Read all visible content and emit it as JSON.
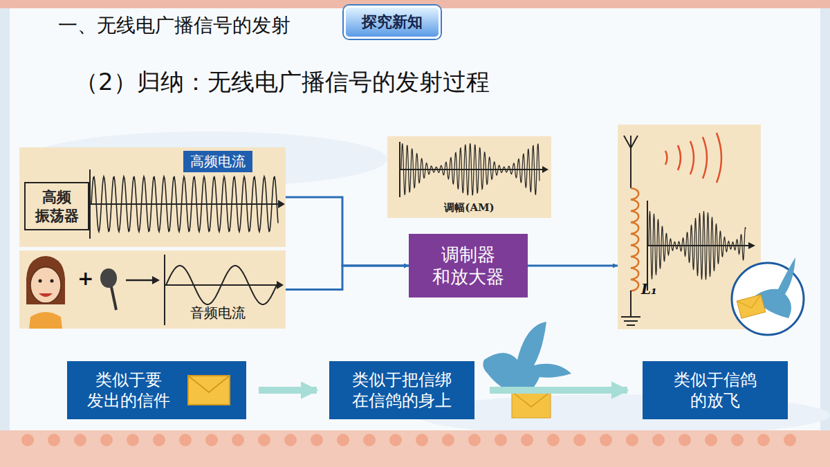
{
  "diagram": {
    "title": "一、无线电广播信号的发射",
    "nodes": [
      {
        "text": [
          "探究新知"
        ]
      },
      {
        "text": [
          "高频电流"
        ]
      },
      {
        "text": [
          "高频 振荡器"
        ],
        "in": 1
      },
      {
        "text": [
          "音频电流"
        ]
      },
      {
        "text": [
          "调幅(AM)"
        ]
      },
      {
        "text": [
          "调制器 和放大器"
        ]
      },
      {
        "text": [
          "L₁"
        ]
      },
      {
        "text": [
          "类似于要 发出的信件"
        ]
      },
      {
        "text": [
          "类似于把信绑 在信鸽的身上"
        ]
      },
      {
        "text": [
          "类似于信鸽 的放飞"
        ]
      }
    ],
    "edges": [
      {
        "from": 1,
        "to": 5,
        "arrow": "to"
      },
      {
        "from": 3,
        "to": 5,
        "arrow": "to"
      },
      {
        "from": 5,
        "to": 6,
        "arrow": "to"
      },
      {
        "from": 7,
        "to": 8,
        "arrow": "to"
      },
      {
        "from": 8,
        "to": 9,
        "arrow": "to"
      }
    ],
    "labels": [
      "（2）归纳：无线电广播信号的发射过程",
      "+"
    ]
  }
}
